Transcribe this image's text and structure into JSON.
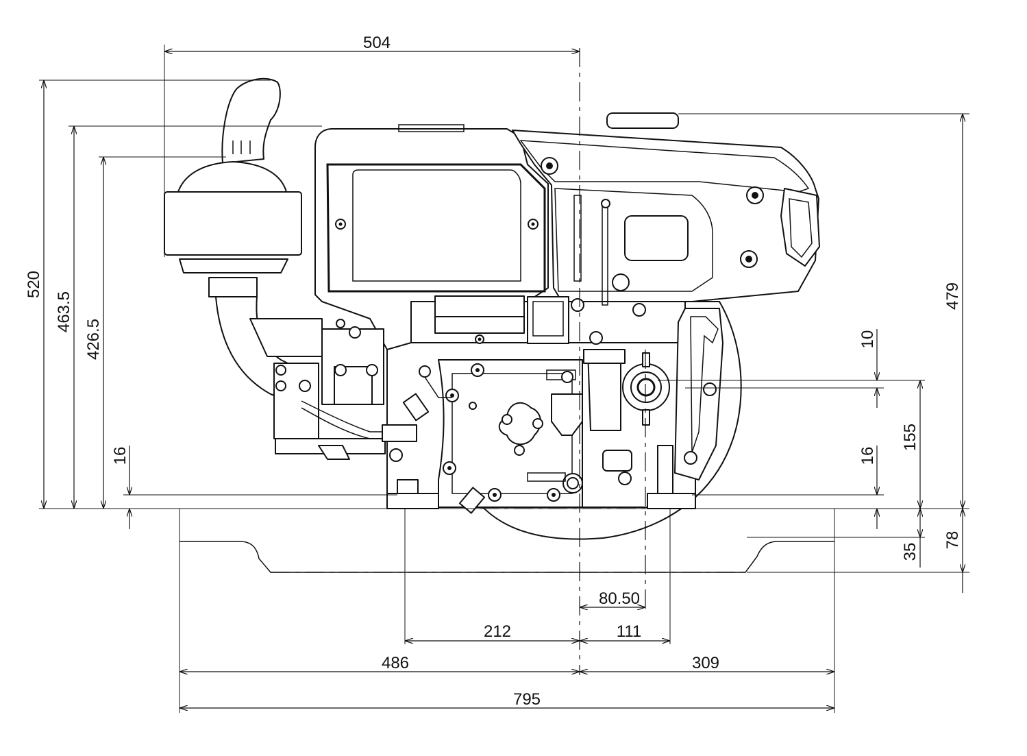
{
  "dimensions": {
    "width_504": "504",
    "height_520": "520",
    "height_463_5": "463.5",
    "height_426_5": "426.5",
    "left_16": "16",
    "right_10": "10",
    "right_16": "16",
    "right_155": "155",
    "right_479": "479",
    "right_78": "78",
    "right_35": "35",
    "bottom_80_50": "80.50",
    "bottom_212": "212",
    "bottom_111": "111",
    "bottom_486": "486",
    "bottom_309": "309",
    "bottom_795": "795"
  }
}
